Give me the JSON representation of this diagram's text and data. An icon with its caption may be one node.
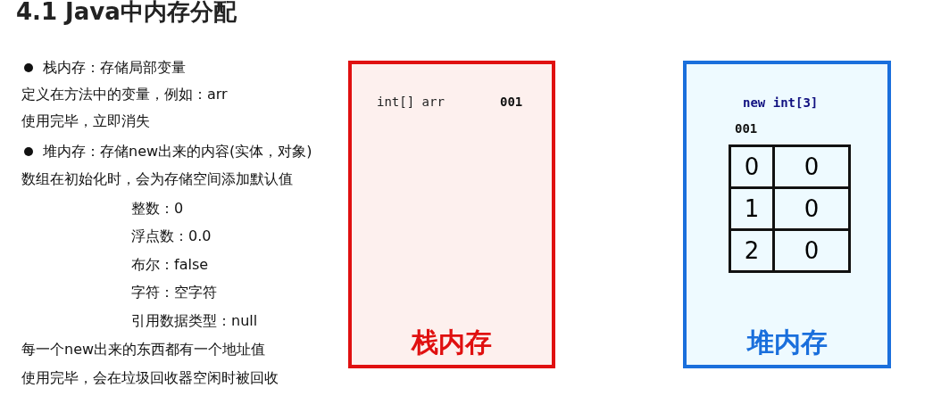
{
  "diagram": {
    "title": "4.1 Java中内存分配",
    "nodes": [
      {
        "text": [
          "int[] arr",
          "001",
          "栈内存"
        ]
      },
      {
        "text": [
          "new int[3]",
          "001",
          "堆内存"
        ]
      }
    ],
    "labels": [
      "栈内存：存储局部变量",
      "定义在方法中的变量，例如：arr",
      "使用完毕，立即消失",
      "堆内存：存储new出来的内容(实体，对象)",
      "数组在初始化时，会为存储空间添加默认值",
      "整数：0",
      "浮点数：0.0",
      "布尔：false",
      "字符：空字符",
      "引用数据类型：null",
      "每一个new出来的东西都有一个地址值",
      "使用完毕，会在垃圾回收器空闲时被回收",
      "0",
      "0",
      "1",
      "0",
      "2",
      "0"
    ]
  }
}
